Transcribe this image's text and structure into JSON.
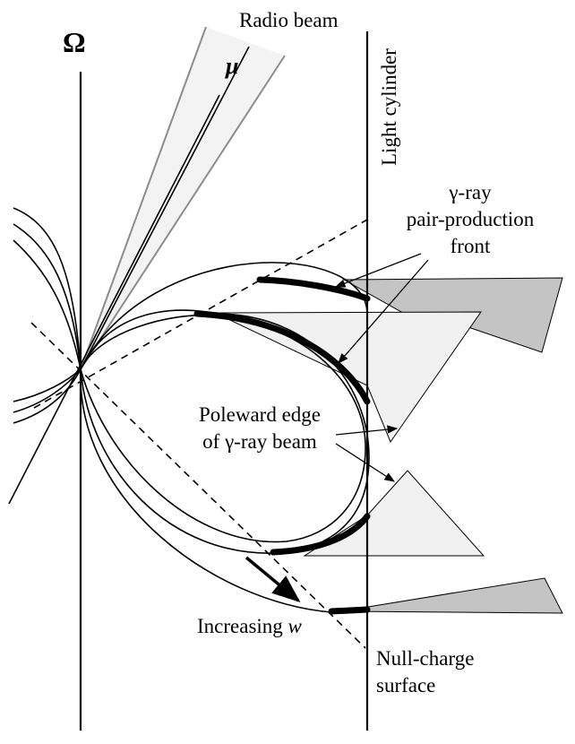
{
  "labels": {
    "omega": "Ω",
    "mu": "μ",
    "radio_beam": "Radio beam",
    "light_cylinder": "Light cylinder",
    "front_line1": "γ-ray",
    "front_line2": "pair-production",
    "front_line3": "front",
    "edge_line1": "Poleward edge",
    "edge_line2": "of γ-ray beam",
    "increasing": "Increasing ",
    "w": "w",
    "null_line1": "Null-charge",
    "null_line2": "surface"
  },
  "colors": {
    "ink": "#000000",
    "cone_fill": "#f3f3f3",
    "cone_edge": "#8c8c8c",
    "beam_dark": "#c4c4c4",
    "beam_light": "#f1f1f1"
  }
}
